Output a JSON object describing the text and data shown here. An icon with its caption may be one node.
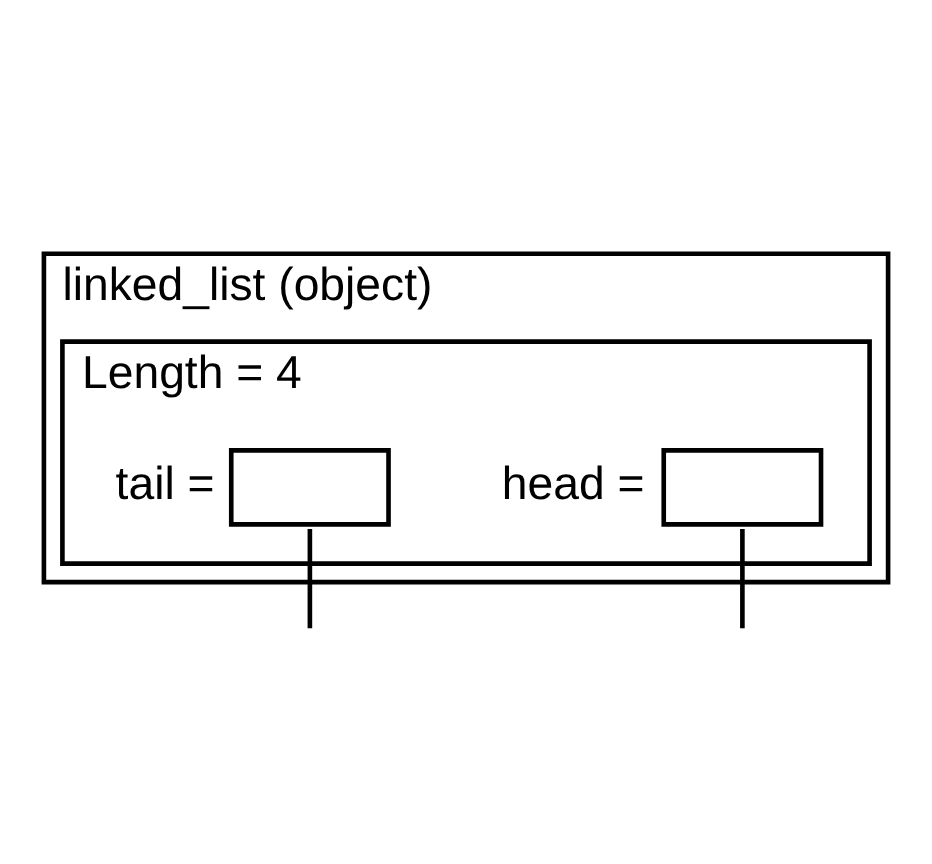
{
  "diagram": {
    "nodes": [
      {
        "text": [
          "linked_list (object)"
        ]
      },
      {
        "text": [
          "Length = 4"
        ],
        "in": 0
      },
      {
        "text": [],
        "shape": "box",
        "in": 1,
        "beside": [
          "tail ="
        ]
      },
      {
        "text": [],
        "shape": "box",
        "in": 1,
        "beside": [
          "head ="
        ]
      }
    ],
    "edges": [
      {
        "from": 2,
        "to": null,
        "arrow": "none"
      },
      {
        "from": 3,
        "to": null,
        "arrow": "none"
      }
    ]
  }
}
